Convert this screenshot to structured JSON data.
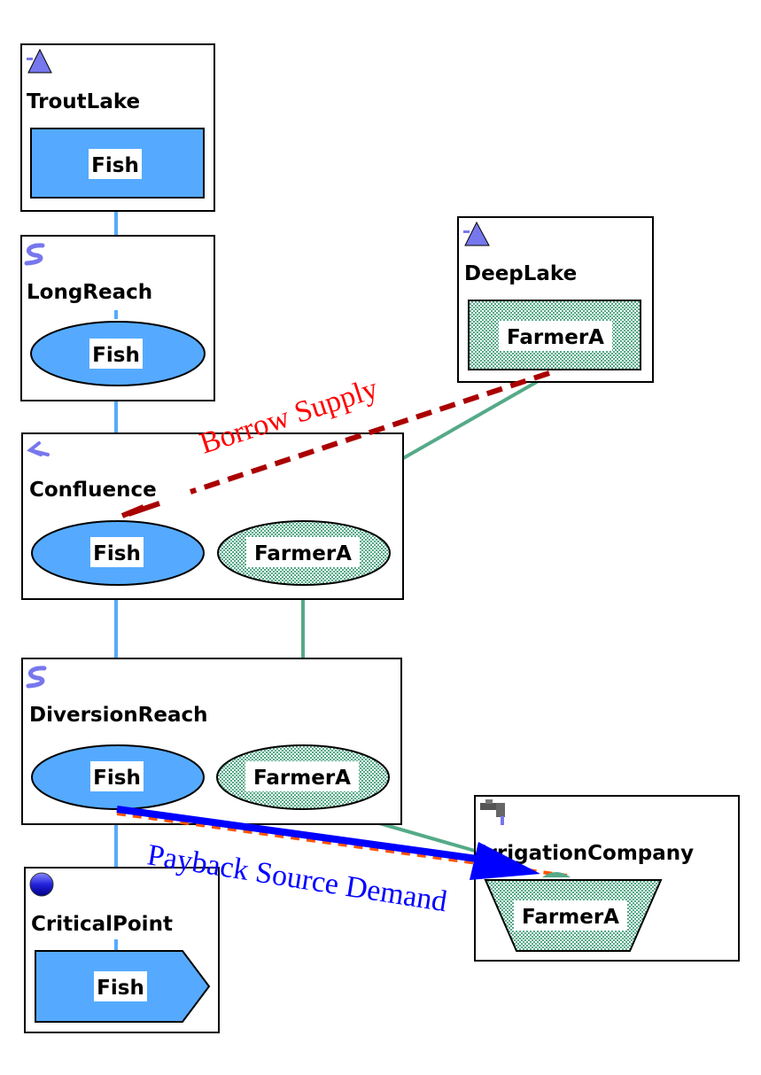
{
  "colors": {
    "fish": "#55aaff",
    "farmer": "#55aa88",
    "borrow": "#aa0000",
    "payback": "#0000ff",
    "payback_dashed": "#ff5500",
    "icon_purple": "#7777ee"
  },
  "nodes": {
    "trout_lake": {
      "title": "TroutLake",
      "icon": "reservoir-triangle-icon",
      "objects": [
        {
          "label": "Fish",
          "shape": "rectangle"
        }
      ]
    },
    "long_reach": {
      "title": "LongReach",
      "icon": "reach-s-icon",
      "objects": [
        {
          "label": "Fish",
          "shape": "ellipse"
        }
      ]
    },
    "deep_lake": {
      "title": "DeepLake",
      "icon": "reservoir-triangle-icon",
      "objects": [
        {
          "label": "FarmerA",
          "shape": "rectangle"
        }
      ]
    },
    "confluence": {
      "title": "Confluence",
      "icon": "confluence-icon",
      "objects": [
        {
          "label": "Fish",
          "shape": "ellipse"
        },
        {
          "label": "FarmerA",
          "shape": "ellipse"
        }
      ]
    },
    "diversion_reach": {
      "title": "DiversionReach",
      "icon": "reach-s-icon",
      "objects": [
        {
          "label": "Fish",
          "shape": "ellipse"
        },
        {
          "label": "FarmerA",
          "shape": "ellipse"
        }
      ]
    },
    "irrigation_company": {
      "title": "IrrigationCompany",
      "icon": "faucet-icon",
      "objects": [
        {
          "label": "FarmerA",
          "shape": "trapezoid"
        }
      ]
    },
    "critical_point": {
      "title": "CriticalPoint",
      "icon": "blue-sphere-icon",
      "objects": [
        {
          "label": "Fish",
          "shape": "pentagon-arrow"
        }
      ]
    }
  },
  "annotations": {
    "borrow": "Borrow Supply",
    "payback": "Payback Source Demand"
  }
}
